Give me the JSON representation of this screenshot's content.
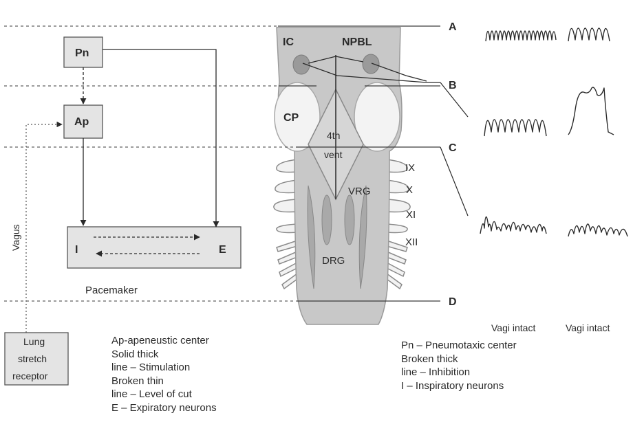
{
  "boxes": {
    "pn": "Pn",
    "ap": "Ap",
    "pacemaker_i": "I",
    "pacemaker_e": "E",
    "lung": [
      "Lung",
      "stretch",
      "receptor"
    ]
  },
  "labels": {
    "pacemaker": "Pacemaker",
    "vagus": "Vagus"
  },
  "brainstem": {
    "ic": "IC",
    "npbl": "NPBL",
    "cp": "CP",
    "vent": [
      "4th",
      "vent"
    ],
    "vrg": "VRG",
    "drg": "DRG",
    "nerves": [
      "IX",
      "X",
      "XI",
      "XII"
    ]
  },
  "cuts": [
    "A",
    "B",
    "C",
    "D"
  ],
  "columns": [
    "Vagi intact",
    "Vagi intact"
  ],
  "legend_left": [
    "Ap-apeneustic center",
    "Solid thick",
    "line – Stimulation",
    "Broken thin",
    "line – Level of cut",
    "E – Expiratory neurons"
  ],
  "legend_right": [
    "Pn – Pneumotaxic center",
    "Broken thick",
    "line – Inhibition",
    "I – Inspiratory neurons"
  ],
  "colors": {
    "box_fill": "#e4e4e4",
    "brainstem_fill": "#c8c8c8",
    "nucleus_fill": "#9a9a9a",
    "line": "#2a2a2a"
  }
}
